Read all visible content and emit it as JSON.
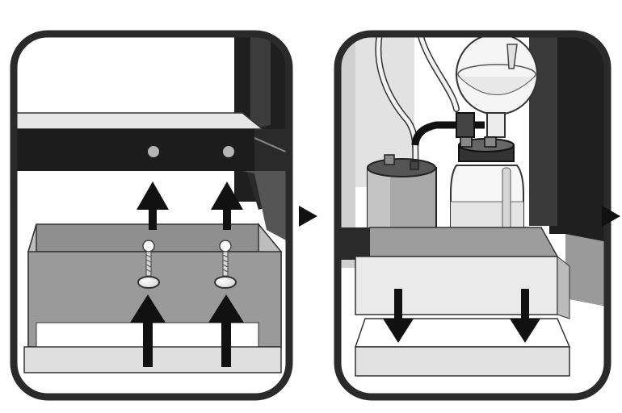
{
  "figure": {
    "steps": [
      {
        "id": "step-1",
        "screws": 2,
        "arrows_up": 4
      },
      {
        "id": "step-2",
        "arrows_down": 2
      }
    ],
    "next_markers": 2,
    "colors": {
      "panel_border": "#2a2a2a",
      "dark_wall": "#222222",
      "mid_gray": "#8c8c8c",
      "light_gray": "#d9d9d9",
      "shelf_gray": "#b8b8b8",
      "white": "#ffffff"
    }
  }
}
